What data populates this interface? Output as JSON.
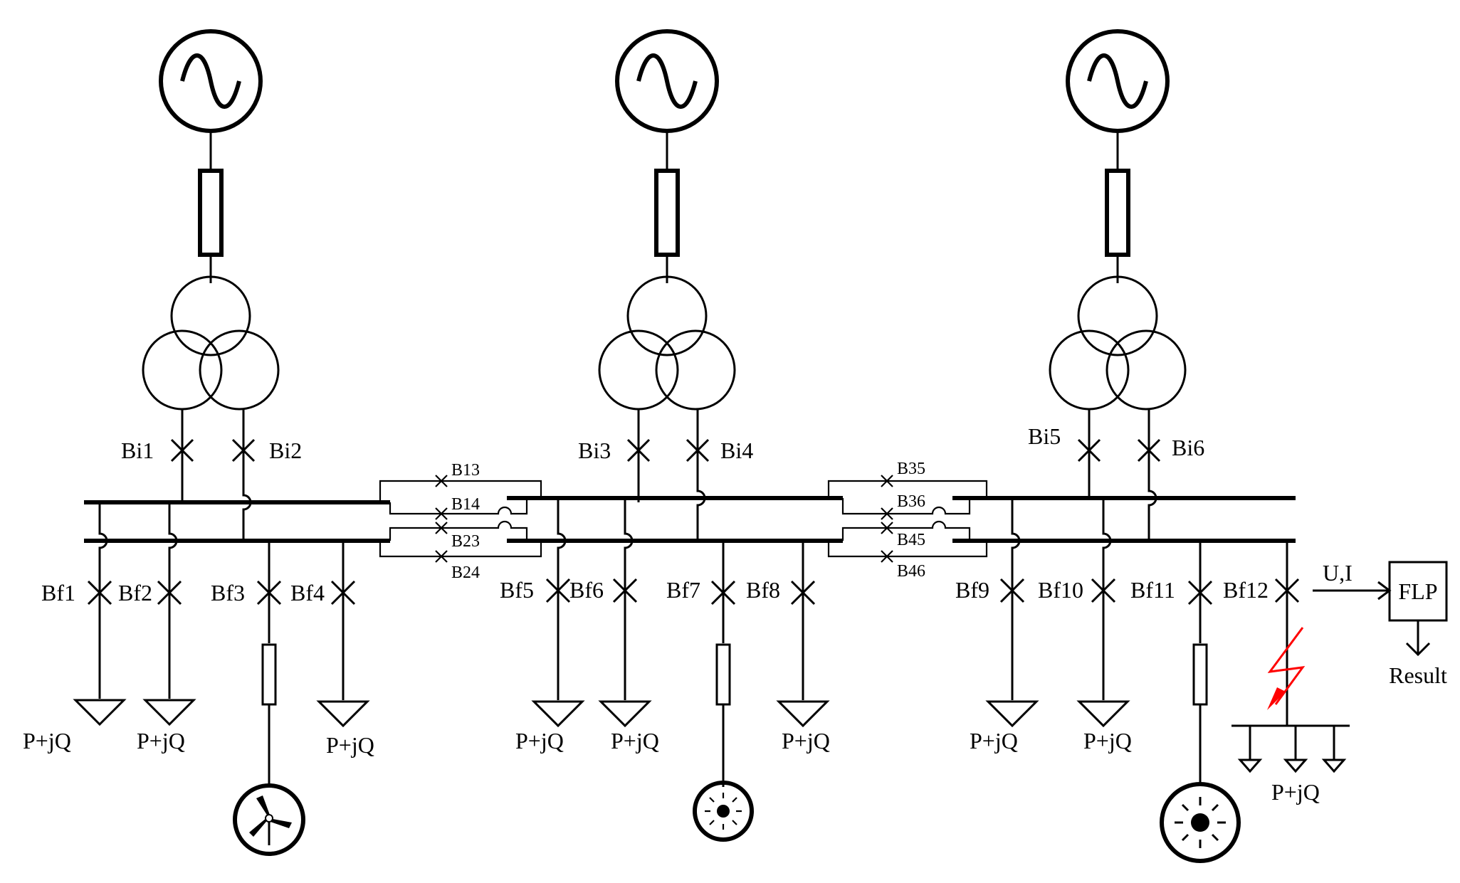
{
  "incomer_breakers": [
    "Bi1",
    "Bi2",
    "Bi3",
    "Bi4",
    "Bi5",
    "Bi6"
  ],
  "tie_breakers": [
    "B13",
    "B14",
    "B23",
    "B24",
    "B35",
    "B36",
    "B45",
    "B46"
  ],
  "feeder_breakers": [
    "Bf1",
    "Bf2",
    "Bf3",
    "Bf4",
    "Bf5",
    "Bf6",
    "Bf7",
    "Bf8",
    "Bf9",
    "Bf10",
    "Bf11",
    "Bf12"
  ],
  "load_label": "P+jQ",
  "measurement_label": "U,I",
  "flp_label": "FLP",
  "result_label": "Result",
  "fault_color": "#ff0000",
  "generation_icons": [
    "wind-turbine-icon",
    "solar-icon",
    "solar-icon"
  ]
}
